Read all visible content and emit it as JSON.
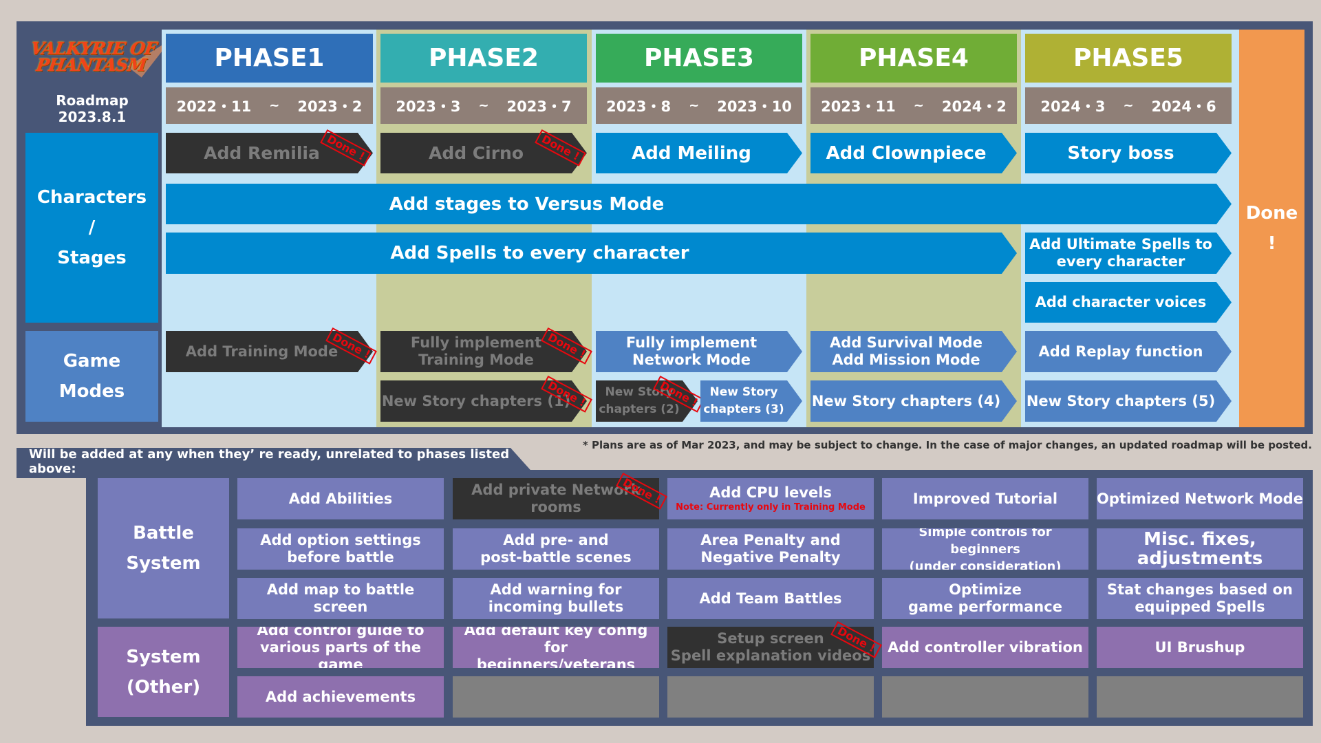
{
  "header": {
    "logo_text": [
      "VALKYRIE OF",
      "PHANTASM"
    ],
    "roadmap_label": "Roadmap",
    "roadmap_date": "2023.8.1"
  },
  "colors": {
    "phase1": "#2f6fb8",
    "phase2": "#33aeb0",
    "phase3": "#36ab59",
    "phase4": "#70ad36",
    "phase5": "#afb134",
    "done_column": "#f2984f",
    "done_stamp": "#e8070e"
  },
  "phases": [
    {
      "label": "PHASE1",
      "start": "2022・11",
      "end": "2023・2"
    },
    {
      "label": "PHASE2",
      "start": "2023・3",
      "end": "2023・7"
    },
    {
      "label": "PHASE3",
      "start": "2023・8",
      "end": "2023・10"
    },
    {
      "label": "PHASE4",
      "start": "2023・11",
      "end": "2024・2"
    },
    {
      "label": "PHASE5",
      "start": "2024・3",
      "end": "2024・6"
    }
  ],
  "date_separator": "~",
  "row_labels": {
    "characters": [
      "Characters",
      "/",
      "Stages"
    ],
    "modes": [
      "Game",
      "Modes"
    ]
  },
  "done_column": {
    "line1": "Done",
    "line2": "!"
  },
  "stamp_label": "Done !",
  "characters_items": {
    "remilia": {
      "label": "Add Remilia",
      "done": true
    },
    "cirno": {
      "label": "Add Cirno",
      "done": true
    },
    "meiling": {
      "label": "Add Meiling",
      "done": false
    },
    "clownpiece": {
      "label": "Add Clownpiece",
      "done": false
    },
    "story_boss": {
      "label": "Story boss",
      "done": false
    },
    "stages_versus": {
      "label": "Add stages to Versus Mode",
      "done": false
    },
    "spells": {
      "label": "Add Spells to every character",
      "done": false
    },
    "ultimate_spells": {
      "label": [
        "Add Ultimate Spells to",
        "every character"
      ],
      "done": false
    },
    "voices": {
      "label": "Add character voices",
      "done": false
    }
  },
  "modes_items": {
    "training": {
      "label": "Add Training Mode",
      "done": true
    },
    "full_training": {
      "label": [
        "Fully implement",
        "Training Mode"
      ],
      "done": true
    },
    "full_network": {
      "label": [
        "Fully implement",
        "Network Mode"
      ],
      "done": false
    },
    "survival_mission": {
      "label": [
        "Add Survival Mode",
        "Add Mission Mode"
      ],
      "done": false
    },
    "replay": {
      "label": "Add Replay function",
      "done": false
    },
    "story1": {
      "label": "New Story chapters (1)",
      "done": true
    },
    "story2": {
      "label": [
        "New Story",
        "chapters (2)"
      ],
      "done": true
    },
    "story3": {
      "label": [
        "New Story",
        "chapters (3)"
      ],
      "done": false
    },
    "story4": {
      "label": "New Story chapters (4)",
      "done": false
    },
    "story5": {
      "label": "New Story chapters (5)",
      "done": false
    }
  },
  "note": "* Plans are as of Mar 2023, and may be subject to change. In the case of major changes, an updated roadmap will be posted.",
  "unscheduled": {
    "banner": "Will be added at any when they’ re ready, unrelated to phases listed above:",
    "battle_label": [
      "Battle",
      "System"
    ],
    "system_label": [
      "System",
      "(Other)"
    ],
    "battle_rows": [
      [
        {
          "label": [
            "Add Abilities"
          ],
          "done": false
        },
        {
          "label": [
            "Add private Network rooms"
          ],
          "done": true
        },
        {
          "label": [
            "Add CPU levels"
          ],
          "sub": "Note: Currently only in Training Mode",
          "done": false
        },
        {
          "label": [
            "Improved Tutorial"
          ],
          "done": false
        },
        {
          "label": [
            "Optimized Network Mode"
          ],
          "done": false
        }
      ],
      [
        {
          "label": [
            "Add option settings",
            "before battle"
          ],
          "done": false
        },
        {
          "label": [
            "Add pre- and",
            "post-battle scenes"
          ],
          "done": false
        },
        {
          "label": [
            "Area Penalty and",
            "Negative Penalty"
          ],
          "done": false
        },
        {
          "label": [
            "Simple controls for beginners",
            "(under consideration)"
          ],
          "done": false
        },
        {
          "label": [
            "Misc. fixes,",
            "adjustments"
          ],
          "done": false
        }
      ],
      [
        {
          "label": [
            "Add map to battle screen"
          ],
          "done": false
        },
        {
          "label": [
            "Add warning for",
            "incoming bullets"
          ],
          "done": false
        },
        {
          "label": [
            "Add Team Battles"
          ],
          "done": false
        },
        {
          "label": [
            "Optimize",
            "game performance"
          ],
          "done": false
        },
        {
          "label": [
            "Stat changes based on",
            "equipped Spells"
          ],
          "done": false
        }
      ]
    ],
    "system_rows": [
      [
        {
          "label": [
            "Add control guide to",
            "various parts of the game"
          ],
          "done": false
        },
        {
          "label": [
            "Add default key config for",
            "beginners/veterans"
          ],
          "done": false
        },
        {
          "label": [
            "Setup screen",
            "Spell explanation videos"
          ],
          "done": true
        },
        {
          "label": [
            "Add controller vibration"
          ],
          "done": false
        },
        {
          "label": [
            "UI Brushup"
          ],
          "done": false
        }
      ],
      [
        {
          "label": [
            "Add achievements"
          ],
          "done": false
        },
        {
          "label": [],
          "done": false
        },
        {
          "label": [],
          "done": false
        },
        {
          "label": [],
          "done": false
        },
        {
          "label": [],
          "done": false
        }
      ]
    ]
  }
}
